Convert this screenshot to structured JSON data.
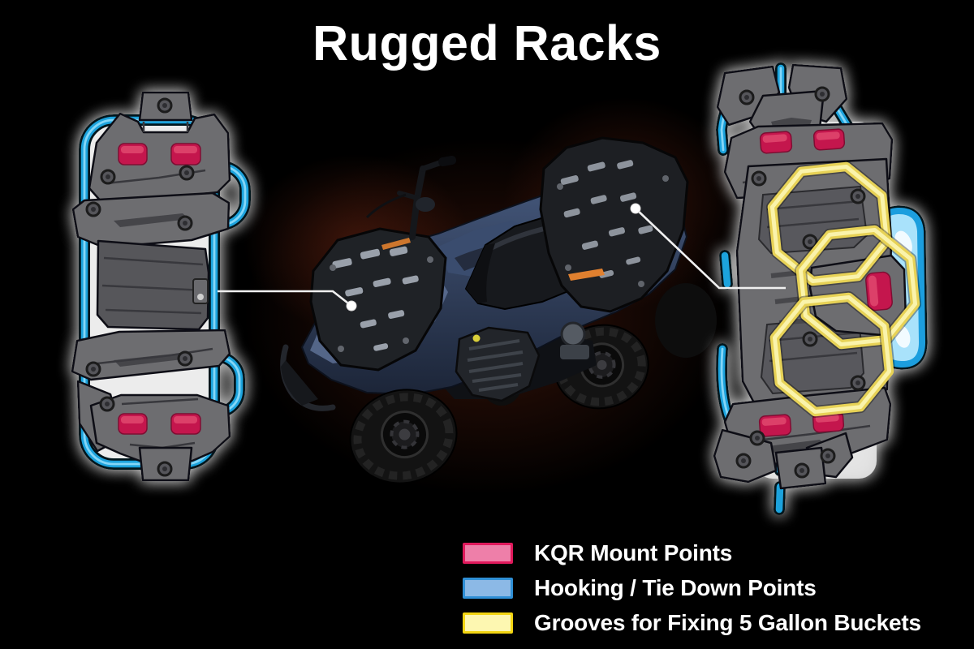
{
  "title": "Rugged Racks",
  "legend": {
    "items": [
      {
        "id": "kqr-mount-points",
        "label": "KQR Mount Points",
        "swatch_fill": "#ee7fa9",
        "swatch_border": "#e0195c"
      },
      {
        "id": "hooking-tie-down-points",
        "label": "Hooking / Tie Down Points",
        "swatch_fill": "#8cb9e6",
        "swatch_border": "#2f8fd6"
      },
      {
        "id": "bucket-grooves",
        "label": "Grooves for Fixing 5 Gallon Buckets",
        "swatch_fill": "#fdf7b1",
        "swatch_border": "#f3d512"
      }
    ]
  },
  "colors": {
    "background": "#000000",
    "title_text": "#ffffff",
    "legend_text": "#ffffff",
    "kqr_pad": "#c4164d",
    "kqr_pad_light": "#e0486f",
    "tube_blue": "#1ea3dd",
    "tube_blue_light": "#8fdcfa",
    "groove_yellow": "#e7d256",
    "groove_yellow_light": "#faf3ab",
    "rack_plate": "#6d6d70",
    "rack_plate_dark": "#56565a",
    "atv_body": "#33415e",
    "callout_line": "#f0f0f0"
  }
}
